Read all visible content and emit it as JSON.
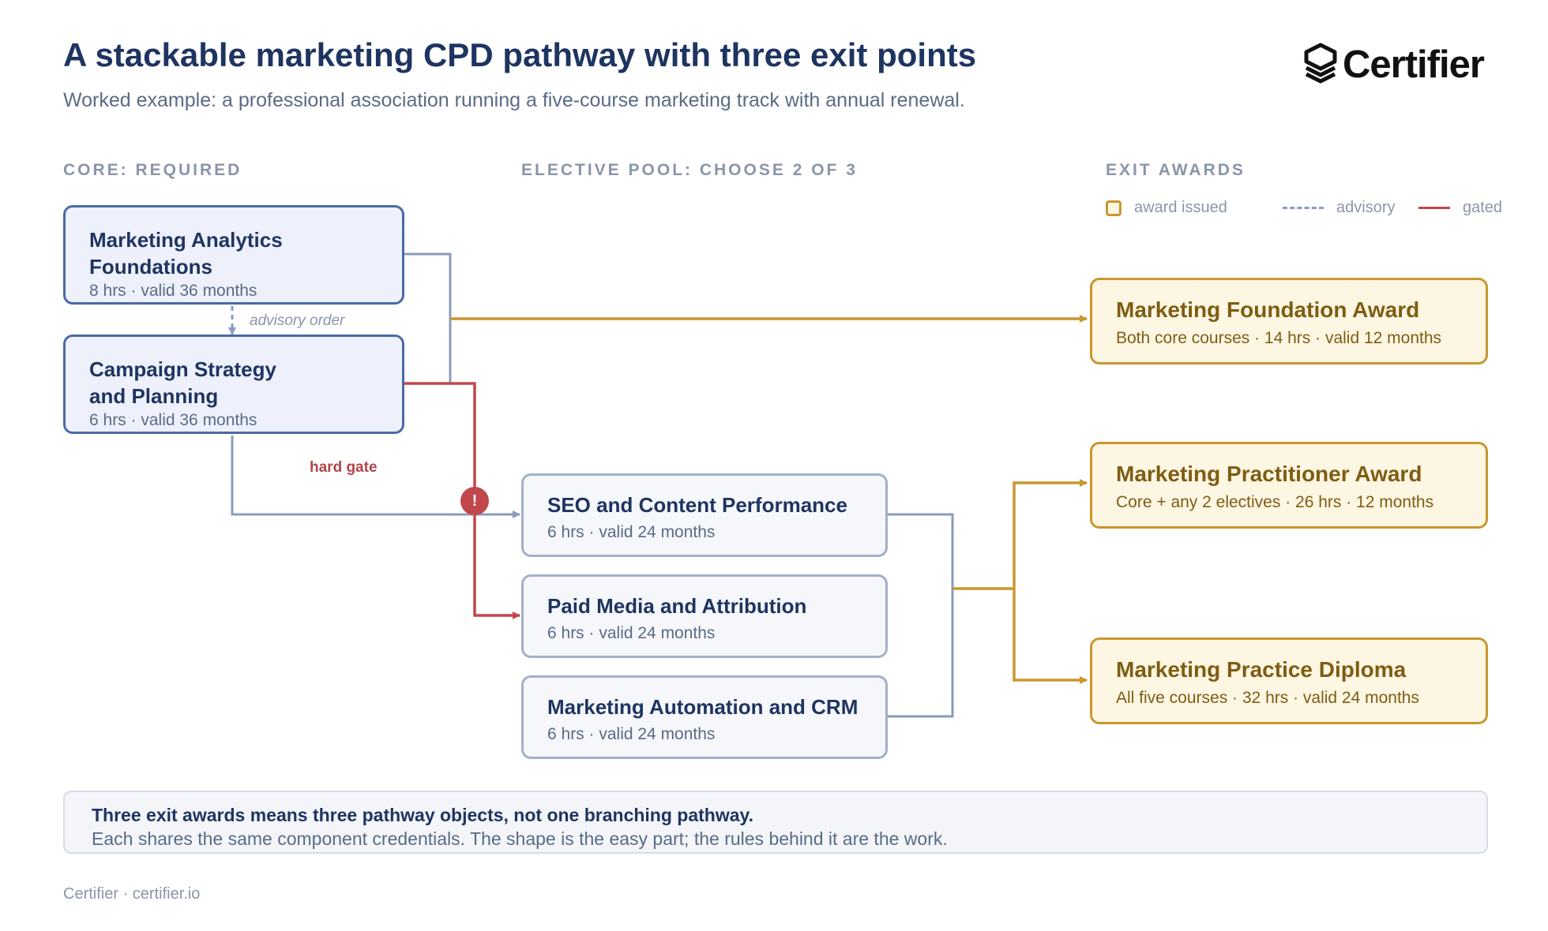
{
  "header": {
    "title": "A stackable marketing CPD pathway with three exit points",
    "subtitle": "Worked example: a professional association running a five-course marketing track with annual renewal.",
    "logo_text": "Certifier"
  },
  "columns": {
    "core": "CORE: REQUIRED",
    "electives": "ELECTIVE POOL: CHOOSE 2 OF 3",
    "exits": "EXIT AWARDS"
  },
  "legend": {
    "award": "award issued",
    "advisory": "advisory",
    "gated": "gated"
  },
  "core": [
    {
      "title": "Marketing Analytics Foundations",
      "meta": "8 hrs · valid 36 months"
    },
    {
      "title": "Campaign Strategy and Planning",
      "meta": "6 hrs · valid 36 months"
    }
  ],
  "electives": [
    {
      "title": "SEO and Content Performance",
      "meta": "6 hrs · valid 24 months"
    },
    {
      "title": "Paid Media and Attribution",
      "meta": "6 hrs · valid 24 months"
    },
    {
      "title": "Marketing Automation and CRM",
      "meta": "6 hrs · valid 24 months"
    }
  ],
  "awards": [
    {
      "title": "Marketing Foundation Award",
      "meta": "Both core courses · 14 hrs · valid 12 months"
    },
    {
      "title": "Marketing Practitioner Award",
      "meta": "Core + any 2 electives · 26 hrs · 12 months"
    },
    {
      "title": "Marketing Practice Diploma",
      "meta": "All five courses · 32 hrs · valid 24 months"
    }
  ],
  "connectors": {
    "advisory_label": "advisory order",
    "gate_label": "hard gate",
    "gate_badge": "!"
  },
  "note": {
    "strong": "Three exit awards means three pathway objects, not one branching pathway.",
    "text": "Each shares the same component credentials. The shape is the easy part; the rules behind it are the work."
  },
  "footer": "Certifier · certifier.io",
  "colors": {
    "navy": "#1e3461",
    "advisory": "#8a9bbd",
    "gated": "#c0474b",
    "award": "#c8972f"
  }
}
